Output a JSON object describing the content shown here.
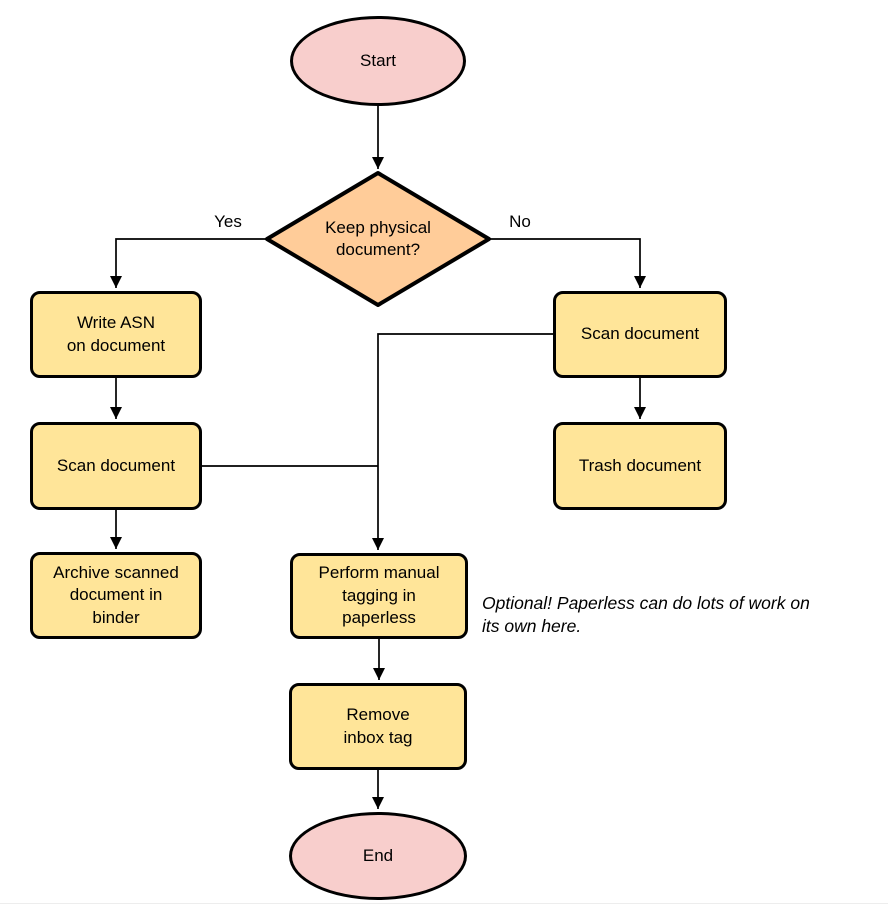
{
  "flowchart": {
    "nodes": {
      "start": "Start",
      "decision": [
        "Keep physical",
        "document?"
      ],
      "write_asn": [
        "Write ASN",
        "on document"
      ],
      "scan_left": "Scan document",
      "archive": [
        "Archive scanned",
        "document in",
        "binder"
      ],
      "scan_right": "Scan document",
      "trash": "Trash document",
      "tagging": [
        "Perform manual",
        "tagging in",
        "paperless"
      ],
      "remove_inbox": [
        "Remove",
        "inbox tag"
      ],
      "end": "End"
    },
    "edge_labels": {
      "yes": "Yes",
      "no": "No"
    },
    "annotation": [
      "Optional! Paperless can do lots of work on",
      "its own here."
    ],
    "colors": {
      "terminator_fill": "#f8cecc",
      "decision_fill": "#ffcc99",
      "process_fill": "#ffe599",
      "stroke": "#000000"
    }
  }
}
